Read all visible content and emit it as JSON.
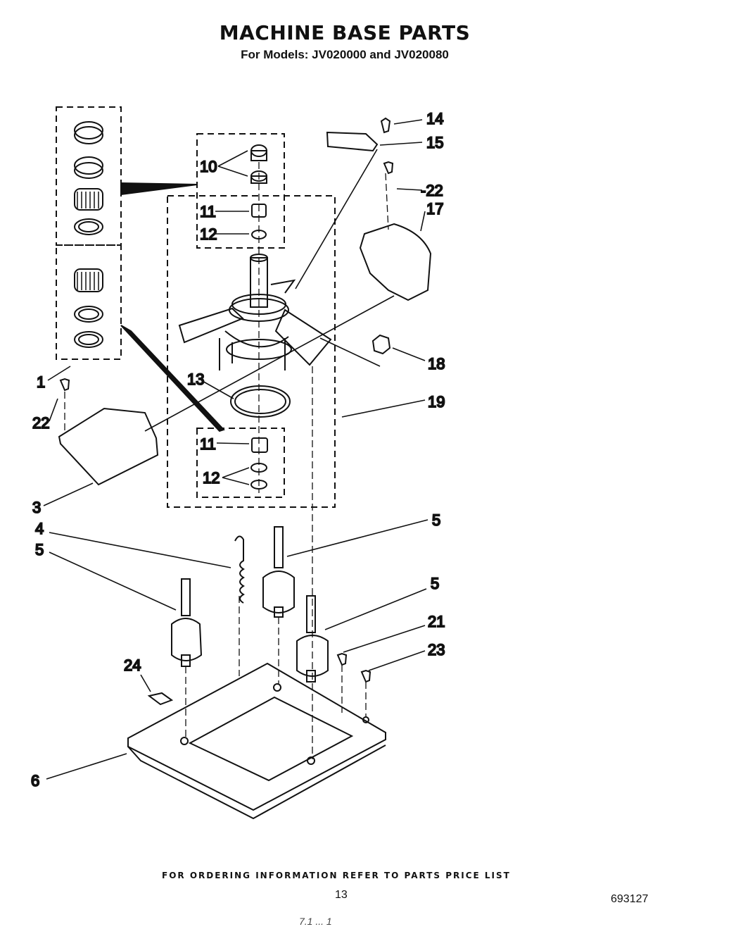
{
  "header": {
    "title": "MACHINE BASE PARTS",
    "subtitle": "For Models: JV020000 and JV020080"
  },
  "callouts": {
    "c1": "1",
    "c3": "3",
    "c4": "4",
    "c5a": "5",
    "c5b": "5",
    "c5c": "5",
    "c6": "6",
    "c10": "10",
    "c11a": "11",
    "c11b": "11",
    "c12a": "12",
    "c12b": "12",
    "c13": "13",
    "c14": "14",
    "c15": "15",
    "c17": "17",
    "c18": "18",
    "c19": "19",
    "c21": "21",
    "c22a": "22",
    "c22b": "-22",
    "c23": "23",
    "c24": "24"
  },
  "footer": {
    "ordering_note": "FOR ORDERING INFORMATION REFER TO PARTS PRICE LIST",
    "page_number": "13",
    "doc_code": "693127",
    "stamp": "7.1 ... 1"
  }
}
